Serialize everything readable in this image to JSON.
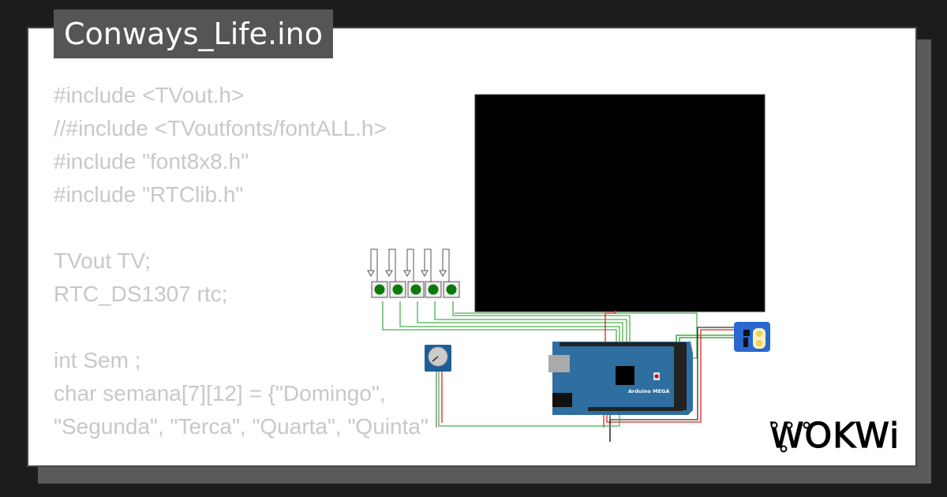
{
  "title": "Conways_Life.ino",
  "code_lines": [
    "#include <TVout.h>",
    "//#include <TVoutfonts/fontALL.h>",
    "#include \"font8x8.h\"",
    "#include \"RTClib.h\"",
    "",
    "TVout TV;",
    "RTC_DS1307 rtc;",
    "",
    "int Sem ;",
    "char semana[7][12] = {\"Domingo\", \"Segunda\", \"Terca\", \"Quarta\", \"Quinta\""
  ],
  "board_label": "Arduino MEGA",
  "logo": "WOKWi",
  "colors": {
    "background": "#1c1c1c",
    "card": "#ffffff",
    "title_bg": "#555555",
    "code": "#c8c8c8",
    "board": "#2e6ea0",
    "button": "#0a7a0a",
    "wire_green": "#4caf50",
    "wire_red": "#e02020"
  }
}
